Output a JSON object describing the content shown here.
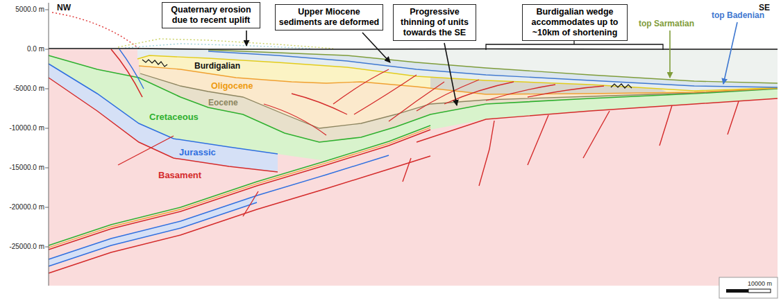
{
  "diagram": {
    "nodes": [
      {
        "text": [
          "Quaternary erosion due to recent uplift"
        ]
      },
      {
        "text": [
          "Upper Miocene sediments are deformed"
        ]
      },
      {
        "text": [
          "Progressive thinning of units towards the SE"
        ]
      },
      {
        "text": [
          "Burdigalian wedge accommodates up to ~10km of shortening"
        ]
      }
    ],
    "labels": [
      "NW",
      "SE",
      "top Sarmatian",
      "top Badenian",
      "Burdigalian",
      "Oligocene",
      "Eocene",
      "Cretaceous",
      "Jurassic",
      "Basament",
      "5000.0 m",
      "0.0 m",
      "-5000.0 m",
      "-10000.0 m",
      "-15000.0 m",
      "-20000.0 m",
      "-25000.0 m",
      "10000 m"
    ]
  }
}
